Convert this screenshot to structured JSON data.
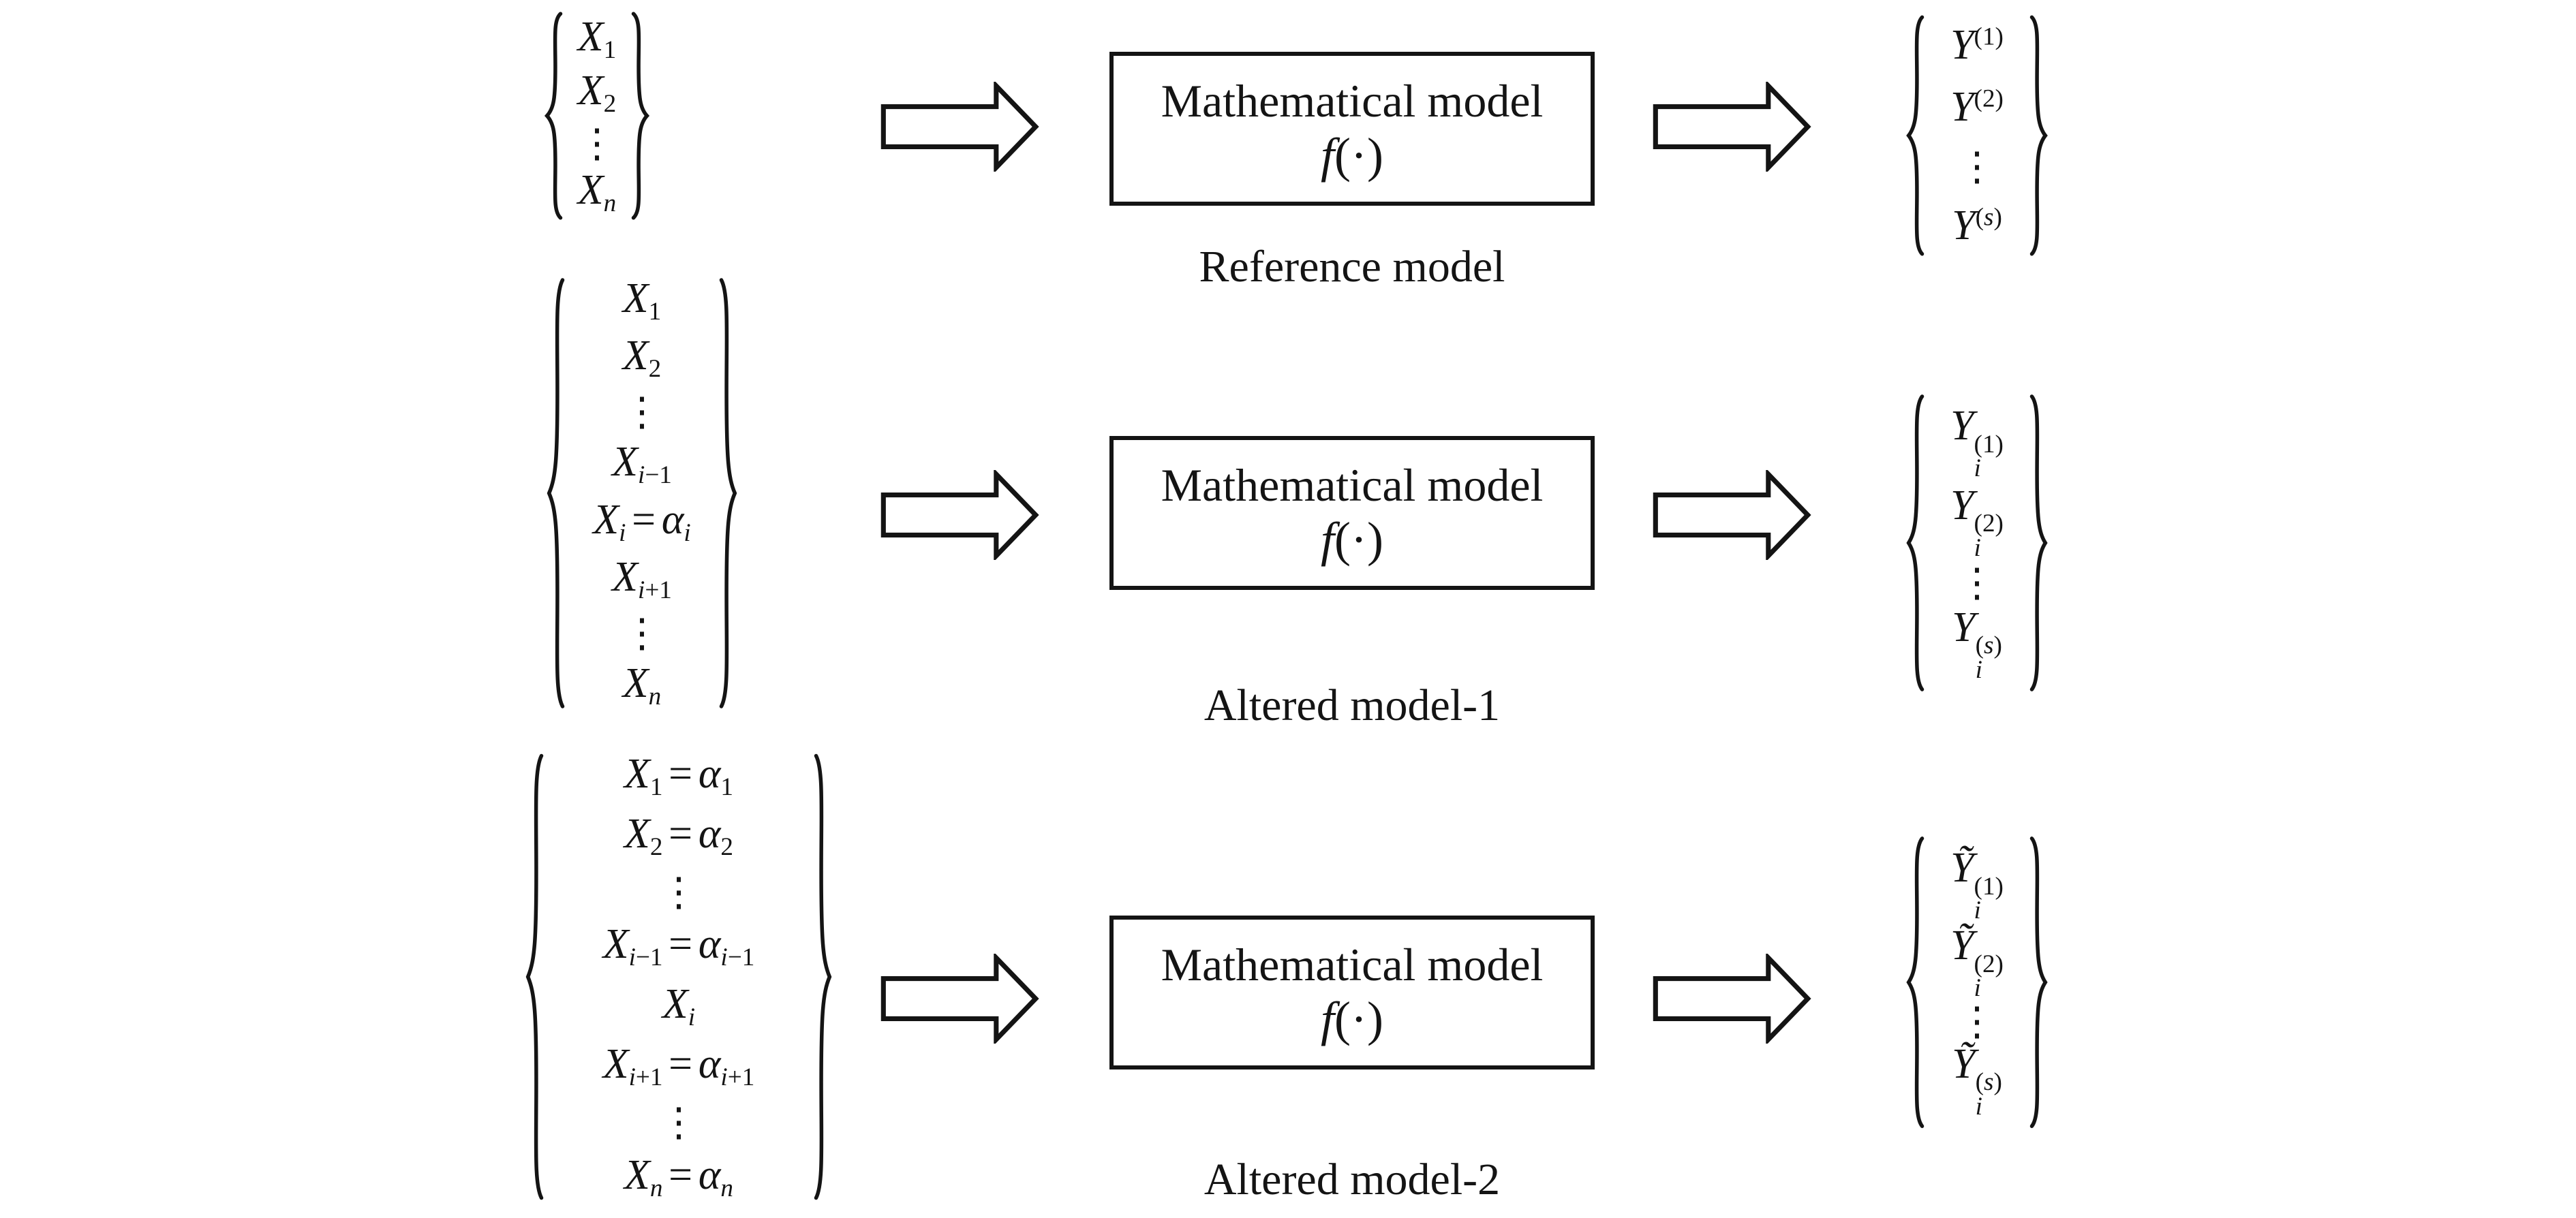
{
  "figure": {
    "colors": {
      "ink": "#141414",
      "background": "#ffffff"
    },
    "rows": [
      {
        "id": "reference-model",
        "input": [
          "X_1",
          "X_2",
          "⋮",
          "X_n"
        ],
        "box": {
          "line1": "Mathematical model",
          "line2": "f(·)"
        },
        "output": [
          "Y^(1)",
          "Y^(2)",
          "⋮",
          "Y^(s)"
        ],
        "label": "Reference model"
      },
      {
        "id": "altered-model-1",
        "input": [
          "X_1",
          "X_2",
          "⋮",
          "X_{i−1}",
          "X_i = α_i",
          "X_{i+1}",
          "⋮",
          "X_n"
        ],
        "box": {
          "line1": "Mathematical model",
          "line2": "f(·)"
        },
        "output": [
          "Y_i^(1)",
          "Y_i^(2)",
          "⋮",
          "Y_i^(s)"
        ],
        "label": "Altered model-1"
      },
      {
        "id": "altered-model-2",
        "input": [
          "X_1 = α_1",
          "X_2 = α_2",
          "⋮",
          "X_{i−1} = α_{i−1}",
          "X_i",
          "X_{i+1} = α_{i+1}",
          "⋮",
          "X_n = α_n"
        ],
        "box": {
          "line1": "Mathematical model",
          "line2": "f(·)"
        },
        "output": [
          "Ỹ_i^(1)",
          "Ỹ_i^(2)",
          "⋮",
          "Ỹ_i^(s)"
        ],
        "label": "Altered model-2"
      }
    ]
  }
}
